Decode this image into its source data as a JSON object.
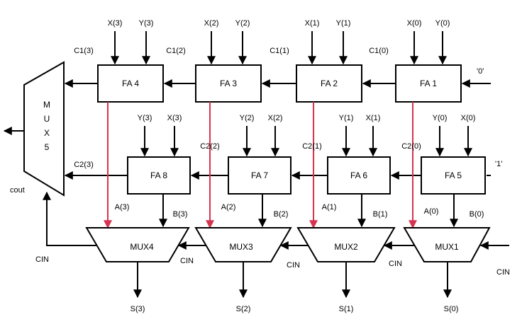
{
  "adders_top": [
    {
      "label": "FA 4",
      "x_in": "X(3)",
      "y_in": "Y(3)",
      "carry_out": "C1(3)",
      "carry_tap": ""
    },
    {
      "label": "FA 3",
      "x_in": "X(2)",
      "y_in": "Y(2)",
      "carry_out": "C1(2)",
      "carry_tap": "C2(2)"
    },
    {
      "label": "FA 2",
      "x_in": "X(1)",
      "y_in": "Y(1)",
      "carry_out": "C1(1)",
      "carry_tap": "C2(1)"
    },
    {
      "label": "FA 1",
      "x_in": "X(0)",
      "y_in": "Y(0)",
      "carry_out": "C1(0)",
      "carry_tap": "C2(0)"
    }
  ],
  "adders_bottom": [
    {
      "label": "FA 8",
      "y_in": "Y(3)",
      "x_in": "X(3)",
      "carry_out": "C2(3)"
    },
    {
      "label": "FA 7",
      "y_in": "Y(2)",
      "x_in": "X(2)",
      "carry_out": ""
    },
    {
      "label": "FA 6",
      "y_in": "Y(1)",
      "x_in": "X(1)",
      "carry_out": ""
    },
    {
      "label": "FA 5",
      "y_in": "Y(0)",
      "x_in": "X(0)",
      "carry_out": ""
    }
  ],
  "muxes": [
    {
      "label": "MUX4",
      "a": "A(3)",
      "b": "B(3)",
      "sum": "S(3)",
      "cin": "CIN"
    },
    {
      "label": "MUX3",
      "a": "A(2)",
      "b": "B(2)",
      "sum": "S(2)",
      "cin": "CIN"
    },
    {
      "label": "MUX2",
      "a": "A(1)",
      "b": "B(1)",
      "sum": "S(1)",
      "cin": "CIN"
    },
    {
      "label": "MUX1",
      "a": "A(0)",
      "b": "B(0)",
      "sum": "S(0)",
      "cin": "CIN"
    }
  ],
  "cin_left": "CIN",
  "cin_right": "CIN",
  "carry_in_top": "'0'",
  "carry_in_bottom": "'1'",
  "mux5": [
    "M",
    "U",
    "X",
    "5"
  ],
  "cout": "cout",
  "colors": {
    "line": "#000000",
    "select_line": "#d6334f"
  }
}
